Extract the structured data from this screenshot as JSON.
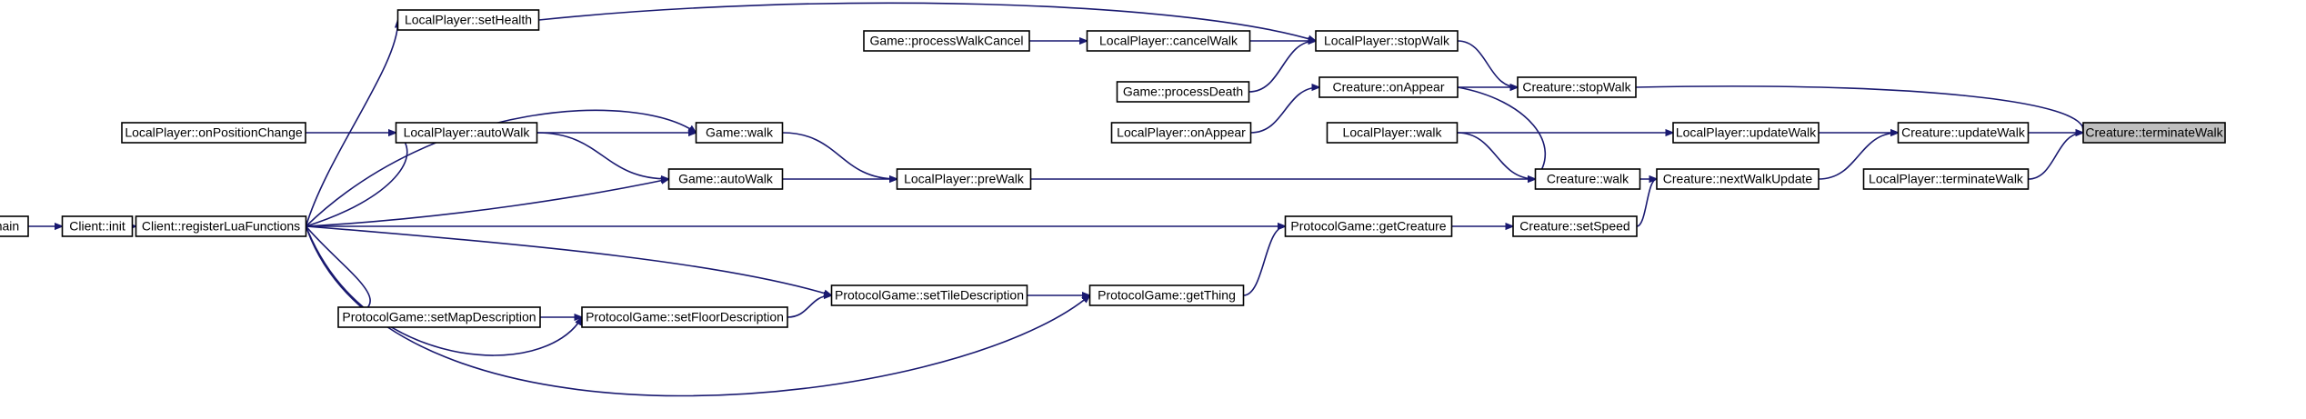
{
  "graph": {
    "colors": {
      "edge": "#191970",
      "node_border": "#000000",
      "highlight_fill": "#bfbfbf",
      "background": "#ffffff"
    },
    "nodes": [
      {
        "id": "main",
        "label": "main"
      },
      {
        "id": "client_init",
        "label": "Client::init"
      },
      {
        "id": "register_lua",
        "label": "Client::registerLuaFunctions"
      },
      {
        "id": "lp_onposchange",
        "label": "LocalPlayer::onPositionChange"
      },
      {
        "id": "lp_sethealth",
        "label": "LocalPlayer::setHealth"
      },
      {
        "id": "lp_autowalk",
        "label": "LocalPlayer::autoWalk"
      },
      {
        "id": "game_walk",
        "label": "Game::walk"
      },
      {
        "id": "game_autowalk",
        "label": "Game::autoWalk"
      },
      {
        "id": "pg_setmapdesc",
        "label": "ProtocolGame::setMapDescription"
      },
      {
        "id": "pg_setfloordesc",
        "label": "ProtocolGame::setFloorDescription"
      },
      {
        "id": "pg_settiledesc",
        "label": "ProtocolGame::setTileDescription"
      },
      {
        "id": "pg_getthing",
        "label": "ProtocolGame::getThing"
      },
      {
        "id": "lp_prewalk",
        "label": "LocalPlayer::preWalk"
      },
      {
        "id": "game_pwc",
        "label": "Game::processWalkCancel"
      },
      {
        "id": "lp_cancelwalk",
        "label": "LocalPlayer::cancelWalk"
      },
      {
        "id": "game_processdeath",
        "label": "Game::processDeath"
      },
      {
        "id": "lp_onappear",
        "label": "LocalPlayer::onAppear"
      },
      {
        "id": "lp_stopwalk",
        "label": "LocalPlayer::stopWalk"
      },
      {
        "id": "cr_onappear",
        "label": "Creature::onAppear"
      },
      {
        "id": "lp_walk",
        "label": "LocalPlayer::walk"
      },
      {
        "id": "pg_getcreature",
        "label": "ProtocolGame::getCreature"
      },
      {
        "id": "cr_stopwalk",
        "label": "Creature::stopWalk"
      },
      {
        "id": "cr_walk",
        "label": "Creature::walk"
      },
      {
        "id": "cr_setspeed",
        "label": "Creature::setSpeed"
      },
      {
        "id": "lp_updatewalk",
        "label": "LocalPlayer::updateWalk"
      },
      {
        "id": "cr_nextwalkupdate",
        "label": "Creature::nextWalkUpdate"
      },
      {
        "id": "cr_updatewalk",
        "label": "Creature::updateWalk"
      },
      {
        "id": "lp_terminatewalk",
        "label": "LocalPlayer::terminateWalk"
      },
      {
        "id": "cr_terminatewalk",
        "label": "Creature::terminateWalk",
        "highlight": true
      }
    ],
    "edges": [
      [
        "main",
        "client_init"
      ],
      [
        "client_init",
        "register_lua"
      ],
      [
        "register_lua",
        "lp_sethealth"
      ],
      [
        "register_lua",
        "lp_autowalk"
      ],
      [
        "register_lua",
        "game_walk"
      ],
      [
        "register_lua",
        "game_autowalk"
      ],
      [
        "register_lua",
        "pg_getcreature"
      ],
      [
        "register_lua",
        "pg_settiledesc"
      ],
      [
        "register_lua",
        "pg_setmapdesc"
      ],
      [
        "register_lua",
        "pg_setfloordesc"
      ],
      [
        "register_lua",
        "pg_getthing"
      ],
      [
        "lp_onposchange",
        "lp_autowalk"
      ],
      [
        "lp_autowalk",
        "game_walk"
      ],
      [
        "lp_autowalk",
        "game_autowalk"
      ],
      [
        "game_walk",
        "lp_prewalk"
      ],
      [
        "game_autowalk",
        "lp_prewalk"
      ],
      [
        "lp_prewalk",
        "cr_walk"
      ],
      [
        "pg_setmapdesc",
        "pg_setfloordesc"
      ],
      [
        "pg_setfloordesc",
        "pg_settiledesc"
      ],
      [
        "pg_settiledesc",
        "pg_getthing"
      ],
      [
        "pg_getthing",
        "pg_getcreature"
      ],
      [
        "pg_getcreature",
        "cr_setspeed"
      ],
      [
        "cr_setspeed",
        "cr_nextwalkupdate"
      ],
      [
        "lp_sethealth",
        "lp_stopwalk"
      ],
      [
        "game_pwc",
        "lp_cancelwalk"
      ],
      [
        "lp_cancelwalk",
        "lp_stopwalk"
      ],
      [
        "game_processdeath",
        "lp_stopwalk"
      ],
      [
        "lp_onappear",
        "cr_onappear"
      ],
      [
        "cr_onappear",
        "cr_stopwalk"
      ],
      [
        "cr_onappear",
        "cr_walk"
      ],
      [
        "lp_stopwalk",
        "cr_stopwalk"
      ],
      [
        "lp_walk",
        "cr_walk"
      ],
      [
        "lp_walk",
        "lp_updatewalk"
      ],
      [
        "cr_walk",
        "cr_nextwalkupdate"
      ],
      [
        "cr_nextwalkupdate",
        "cr_updatewalk"
      ],
      [
        "lp_updatewalk",
        "cr_updatewalk"
      ],
      [
        "cr_stopwalk",
        "cr_terminatewalk"
      ],
      [
        "cr_updatewalk",
        "cr_terminatewalk"
      ],
      [
        "lp_terminatewalk",
        "cr_terminatewalk"
      ]
    ]
  }
}
